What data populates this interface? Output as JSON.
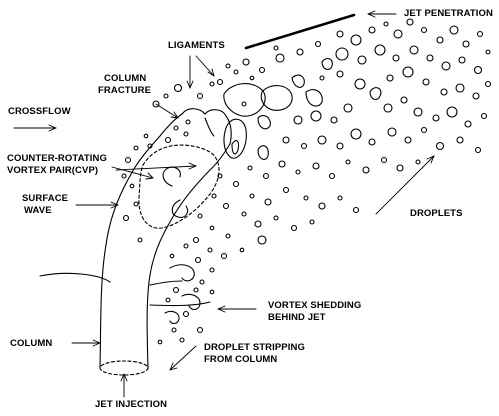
{
  "labels": {
    "jet_penetration": "JET PENETRATION",
    "ligaments": "LIGAMENTS",
    "column_fracture_1": "COLUMN",
    "column_fracture_2": "FRACTURE",
    "crossflow": "CROSSFLOW",
    "cvp_1": "COUNTER-ROTATING",
    "cvp_2": "VORTEX PAIR(CVP)",
    "surface_wave_1": "SURFACE",
    "surface_wave_2": "WAVE",
    "droplets": "DROPLETS",
    "vortex_shedding_1": "VORTEX SHEDDING",
    "vortex_shedding_2": "BEHIND JET",
    "column": "COLUMN",
    "droplet_stripping_1": "DROPLET STRIPPING",
    "droplet_stripping_2": "FROM COLUMN",
    "jet_injection": "JET INJECTION"
  }
}
